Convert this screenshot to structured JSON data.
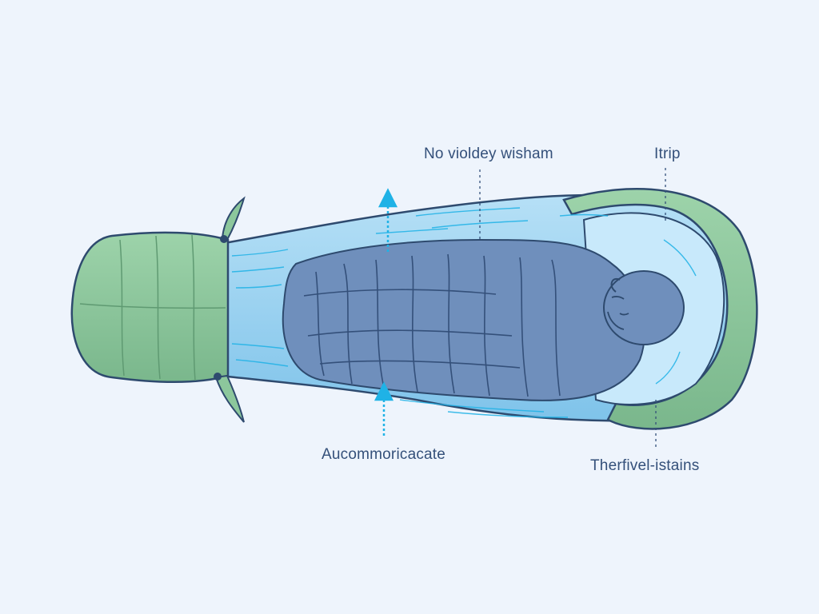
{
  "labels": {
    "top_left": "No violdey wisham",
    "top_right": "Itrip",
    "bottom_left": "Aucommoricacate",
    "bottom_right": "Therfivel-istains"
  },
  "colors": {
    "background": "#eef4fc",
    "outline": "#2e4a6e",
    "green_shell": "#8cc79c",
    "blue_liner": "#9cd2f0",
    "figure": "#6f8fbc",
    "arrow": "#1fb2e6",
    "label_text": "#34507a"
  }
}
